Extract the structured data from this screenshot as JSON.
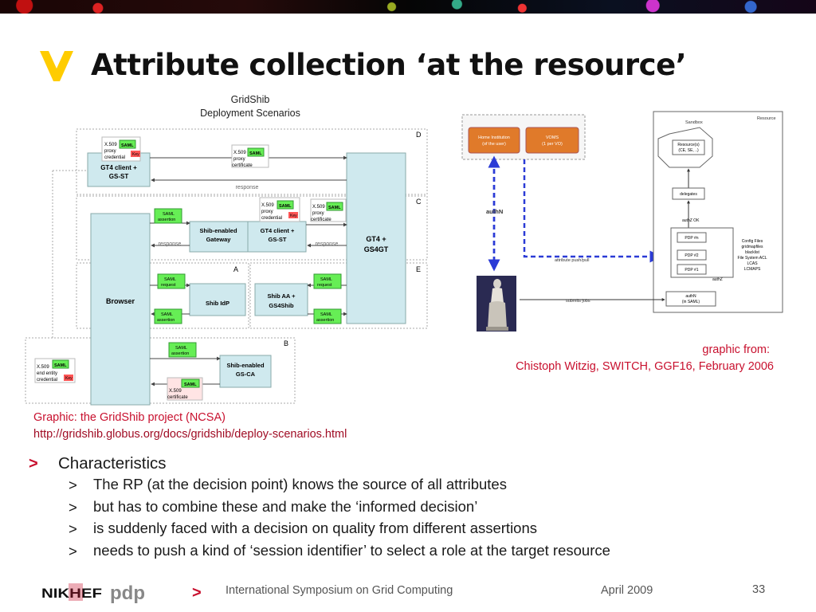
{
  "slide": {
    "title": "Attribute collection ‘at the resource’",
    "page_number": "33"
  },
  "gridshib_diagram": {
    "title_line1": "GridShib",
    "title_line2": "Deployment Scenarios",
    "scenario_labels": [
      "D",
      "C",
      "A",
      "E",
      "B"
    ],
    "tokens": {
      "x509": "X.509",
      "saml": "SAML",
      "key": "Key",
      "proxy": "proxy",
      "credential": "credential",
      "certificate": "certificate",
      "assertion": "assertion",
      "request": "request",
      "end_entity": "end entity"
    },
    "boxes": {
      "gt4_client_line1": "GT4 client +",
      "gt4_client_line2": "GS-ST",
      "browser": "Browser",
      "gs4gt_line1": "GT4 +",
      "gs4gt_line2": "GS4GT",
      "shib_gateway_line1": "Shib-enabled",
      "shib_gateway_line2": "Gateway",
      "shib_idp": "Shib IdP",
      "shib_aa_line1": "Shib AA +",
      "shib_aa_line2": "GS4Shib",
      "shib_ca_line1": "Shib-enabled",
      "shib_ca_line2": "GS-CA"
    },
    "response_label": "response",
    "credit_line1": "Graphic: the GridShib project (NCSA)",
    "credit_line2": "http://gridshib.globus.org/docs/gridshib/deploy-scenarios.html"
  },
  "witzig_diagram": {
    "home_institution_line1": "Home Institution",
    "home_institution_line2": "(of the user)",
    "voms_line1": "VOMS",
    "voms_line2": "(1 per VO)",
    "authn": "authN",
    "resource": "Resource",
    "sandbox": "Sandbox",
    "resources_line1": "Resource(s)",
    "resources_line2": "(CE, SE, ..)",
    "delegates": "delegates",
    "authz_ok": "authZ OK",
    "pdp_n": "PDP #n",
    "pdp_2": "PDP #2",
    "pdp_1": "PDP #1",
    "authz": "authZ",
    "authn_saml_line1": "authN",
    "authn_saml_line2": "(in SAML)",
    "attribute_push_pull": "attribute push/pull",
    "submits_jobs": "submits jobs",
    "config_files": [
      "Config Files",
      "gridmapfiles",
      "blacklist",
      "File System ACL",
      "LCAS",
      "LCMAPS"
    ],
    "credit_line1": "graphic from:",
    "credit_line2": "Chistoph Witzig, SWITCH, GGF16, February 2006"
  },
  "bullets": {
    "marker_l1": ">",
    "marker_l2": ">",
    "heading": "Characteristics",
    "items": [
      "The RP (at the decision point) knows the source of all attributes",
      "but has to combine these and make the ‘informed decision’",
      "is suddenly faced with a decision on quality from different assertions",
      "needs to push a kind of ‘session identifier’ to select a role at the target resource"
    ]
  },
  "footer": {
    "chevron": ">",
    "event": "International Symposium on Grid Computing",
    "date": "April 2009",
    "logo_nikhef": "NIKHEF",
    "logo_pdp": "pdp"
  },
  "colors": {
    "accent_red": "#c8102e",
    "title_chevron_yellow": "#ffcc00",
    "box_fill_blue": "#cfe9ee",
    "saml_green": "#66ee55",
    "key_red": "#ff5555",
    "arrow_blue": "#2b3bd6",
    "home_orange": "#e07a2a"
  }
}
